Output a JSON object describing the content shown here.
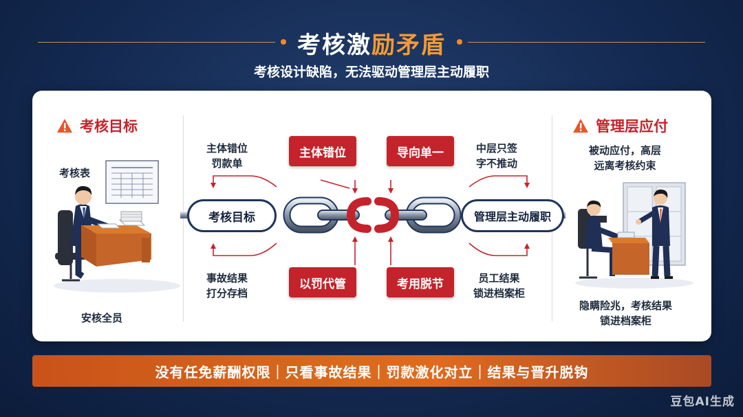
{
  "title": {
    "main": "考核激",
    "accent": "励矛盾"
  },
  "subtitle": "考核设计缺陷，无法驱动管理层主动履职",
  "left_panel": {
    "heading": "考核目标",
    "sheet_label": "考核表",
    "footer_label": "安核全员"
  },
  "right_panel": {
    "heading": "管理层应付",
    "desc": "被动应付，高层远离考核约束",
    "desc_line1": "被动应付，高层",
    "desc_line2": "远离考核约束",
    "footer_line1": "隐瞒险兆，考核结果",
    "footer_line2": "锁进档案柜"
  },
  "chain": {
    "left_node": "考核目标",
    "right_node": "管理层主动履职"
  },
  "issues": {
    "top_left": "主体错位",
    "top_right": "导向单一",
    "bottom_left": "以罚代管",
    "bottom_right": "考用脱节"
  },
  "annotations": {
    "top_left_1": "主体错位",
    "top_left_2": "罚款单",
    "top_right_1": "中层只签",
    "top_right_2": "字不推动",
    "bottom_left_1": "事故结果",
    "bottom_left_2": "打分存档",
    "bottom_right_1": "员工结果",
    "bottom_right_2": "锁进档案柜"
  },
  "banner": "没有任免薪酬权限｜只看事故结果｜罚款激化对立｜结果与晋升脱钩",
  "watermark": "豆包AI生成",
  "colors": {
    "accent": "#f59a32",
    "red": "#c4232b",
    "navy": "#142a52",
    "banner": "#d96a1c"
  }
}
